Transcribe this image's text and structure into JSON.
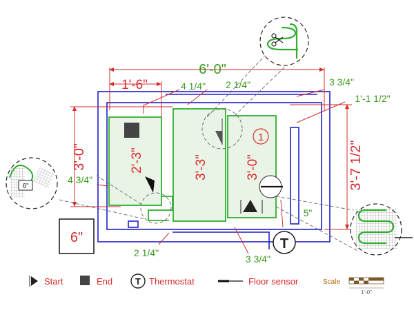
{
  "dimensions": {
    "overall_width": "6'-0\"",
    "left_width": "1'-6\"",
    "room_height": "3'-0\"",
    "right_height": "3'-7 1/2\"",
    "d_4_1_4": "4 1/4\"",
    "d_2_1_4_top": "2 1/4\"",
    "d_3_3_4_top": "3 3/4\"",
    "d_1_1_1_2": "1'-1 1/2\"",
    "d_4_3_4": "4 3/4\"",
    "d_5": "5\"",
    "d_2_1_4_bottom": "2 1/4\"",
    "d_3_3_4_bottom": "3 3/4\"",
    "zone_2_3": "2'-3\"",
    "zone_3_3": "3'-3\"",
    "zone_3_0": "3'-0\"",
    "callout_6": "6\"",
    "box_6": "6\"",
    "marker_1": "1"
  },
  "legend": {
    "start_label": "Start",
    "end_label": "End",
    "thermostat_label": "Thermostat",
    "thermostat_symbol": "T",
    "floor_sensor_label": "Floor sensor",
    "scale_label": "Scale",
    "scale_value": "1'-0\""
  },
  "colors": {
    "dimension_red": "#d62b2b",
    "dimension_green": "#3a9a1e",
    "wall_blue": "#1f1fc8",
    "heating_green": "#2fae2f"
  }
}
